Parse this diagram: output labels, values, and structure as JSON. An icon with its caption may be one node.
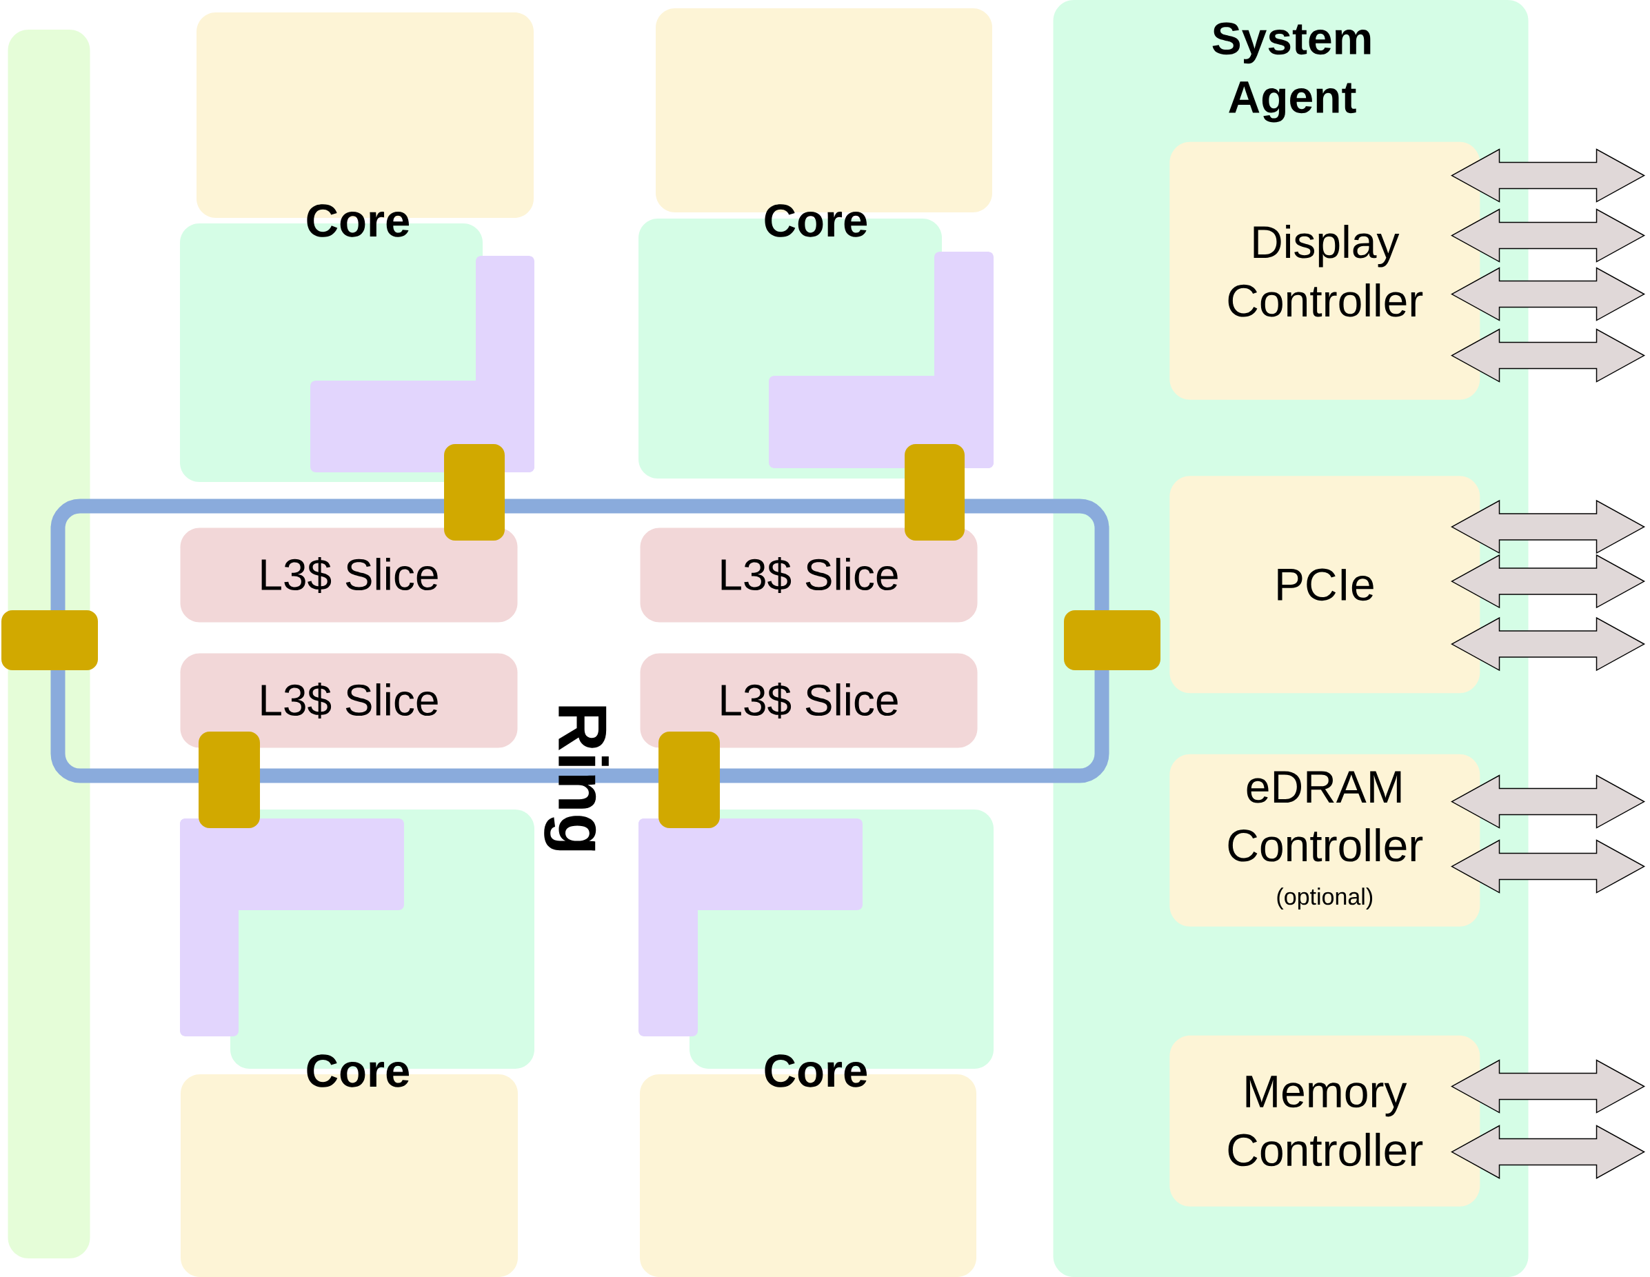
{
  "diagram": {
    "nodes": [
      {
        "text": [
          "Core"
        ]
      },
      {
        "text": [
          "Core"
        ]
      },
      {
        "text": [
          "L3$ Slice"
        ]
      },
      {
        "text": [
          "L3$ Slice"
        ]
      },
      {
        "text": [
          "L3$ Slice"
        ]
      },
      {
        "text": [
          "L3$ Slice"
        ]
      },
      {
        "text": [
          "Ring"
        ]
      },
      {
        "text": [
          "Core"
        ]
      },
      {
        "text": [
          "Core"
        ]
      },
      {
        "text": [
          "System Agent"
        ]
      },
      {
        "text": [
          "Display Controller"
        ],
        "in": 9
      },
      {
        "text": [
          "PCIe"
        ],
        "in": 9
      },
      {
        "text": [
          "eDRAM Controller",
          "(optional)"
        ],
        "in": 9
      },
      {
        "text": [
          "Memory Controller"
        ],
        "in": 9
      },
      {
        "text": [],
        "shape": "bar"
      }
    ],
    "edges": [
      {
        "from": 10,
        "to": null,
        "arrow": "both"
      },
      {
        "from": 10,
        "to": null,
        "arrow": "both"
      },
      {
        "from": 10,
        "to": null,
        "arrow": "both"
      },
      {
        "from": 10,
        "to": null,
        "arrow": "both"
      },
      {
        "from": 11,
        "to": null,
        "arrow": "both"
      },
      {
        "from": 11,
        "to": null,
        "arrow": "both"
      },
      {
        "from": 11,
        "to": null,
        "arrow": "both"
      },
      {
        "from": 12,
        "to": null,
        "arrow": "both"
      },
      {
        "from": 12,
        "to": null,
        "arrow": "both"
      },
      {
        "from": 13,
        "to": null,
        "arrow": "both"
      },
      {
        "from": 13,
        "to": null,
        "arrow": "both"
      }
    ]
  }
}
